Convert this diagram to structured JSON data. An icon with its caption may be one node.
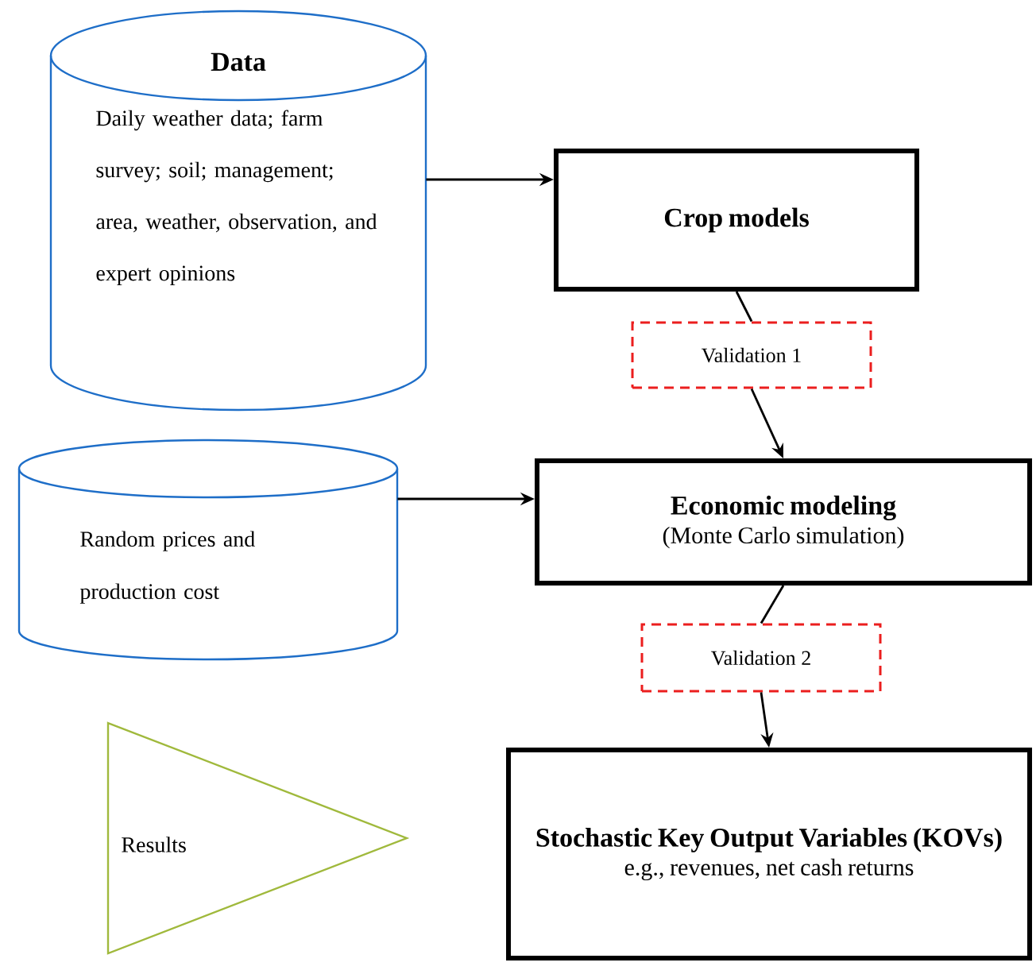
{
  "diagram": {
    "nodes": [
      {
        "text": [
          "Data",
          "Daily weather data; farm survey; soil; management; area, weather, observation, and expert opinions"
        ]
      },
      {
        "text": [
          "Crop models"
        ]
      },
      {
        "text": [
          "Validation 1"
        ]
      },
      {
        "text": [
          "Random prices and production cost"
        ]
      },
      {
        "text": [
          "Economic modeling",
          "(Monte Carlo simulation)"
        ]
      },
      {
        "text": [
          "Validation 2"
        ]
      },
      {
        "text": [
          "Stochastic Key Output Variables (KOVs)",
          "e.g., revenues, net cash returns"
        ]
      },
      {
        "text": [
          "Results"
        ]
      }
    ],
    "edges": [
      {
        "from": 0,
        "to": 1,
        "arrow": "to"
      },
      {
        "from": 1,
        "to": 2,
        "arrow": "none"
      },
      {
        "from": 2,
        "to": 4,
        "arrow": "to"
      },
      {
        "from": 3,
        "to": 4,
        "arrow": "to"
      },
      {
        "from": 4,
        "to": 5,
        "arrow": "none"
      },
      {
        "from": 5,
        "to": 6,
        "arrow": "to"
      }
    ]
  }
}
